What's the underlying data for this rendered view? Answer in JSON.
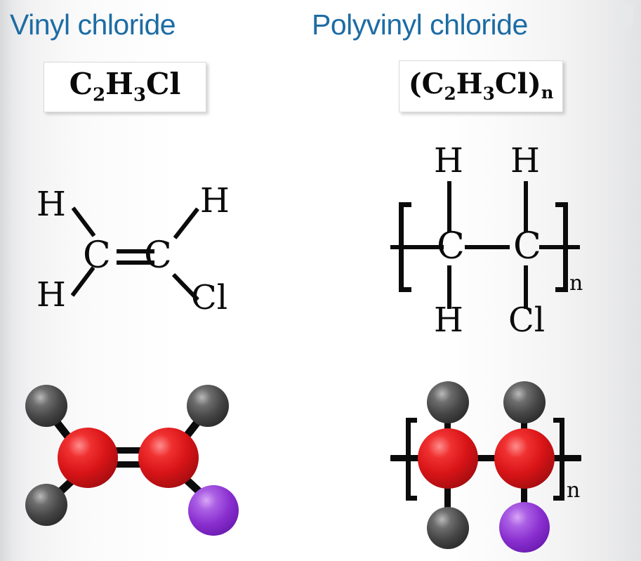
{
  "page": {
    "background_left_edge": "#d8d9da",
    "background_center": "#ffffff",
    "title_color": "#1d6ca4"
  },
  "panels": [
    {
      "id": "vinyl-chloride",
      "title": "Vinyl chloride",
      "formula": {
        "base1": "C",
        "sub1": "2",
        "base2": "H",
        "sub2": "3",
        "base3": "Cl"
      },
      "formula_plain": "C2H3Cl",
      "structural": {
        "type": "monomer",
        "atoms": [
          "H",
          "H",
          "C",
          "C",
          "H",
          "Cl"
        ],
        "labels": {
          "h_top_left": "H",
          "h_bottom_left": "H",
          "c_left": "C",
          "c_right": "C",
          "h_top_right": "H",
          "cl_bottom_right": "Cl"
        },
        "bond_center": "double"
      },
      "model": {
        "type": "ball-and-stick",
        "carbon_color": "#d81417",
        "hydrogen_color": "#3a3a3a",
        "chlorine_color": "#8a2fd0",
        "carbons": 2,
        "hydrogens": 3,
        "chlorines": 1,
        "center_bond": "double"
      }
    },
    {
      "id": "polyvinyl-chloride",
      "title": "Polyvinyl chloride",
      "formula": {
        "open": "(",
        "base1": "C",
        "sub1": "2",
        "base2": "H",
        "sub2": "3",
        "base3": "Cl",
        "close": ")",
        "nsub": "n"
      },
      "formula_plain": "(C2H3Cl)n",
      "structural": {
        "type": "polymer-repeat-unit",
        "atoms": [
          "H",
          "H",
          "C",
          "C",
          "H",
          "Cl"
        ],
        "labels": {
          "h_top_left": "H",
          "h_top_right": "H",
          "c_left": "C",
          "c_right": "C",
          "h_bottom_left": "H",
          "cl_bottom_right": "Cl"
        },
        "repeat_subscript": "n",
        "bond_center": "single",
        "brackets": true
      },
      "model": {
        "type": "ball-and-stick",
        "carbon_color": "#d81417",
        "hydrogen_color": "#3a3a3a",
        "chlorine_color": "#8a2fd0",
        "carbons": 2,
        "hydrogens": 3,
        "chlorines": 1,
        "center_bond": "single",
        "repeat_subscript": "n",
        "brackets": true
      }
    }
  ]
}
